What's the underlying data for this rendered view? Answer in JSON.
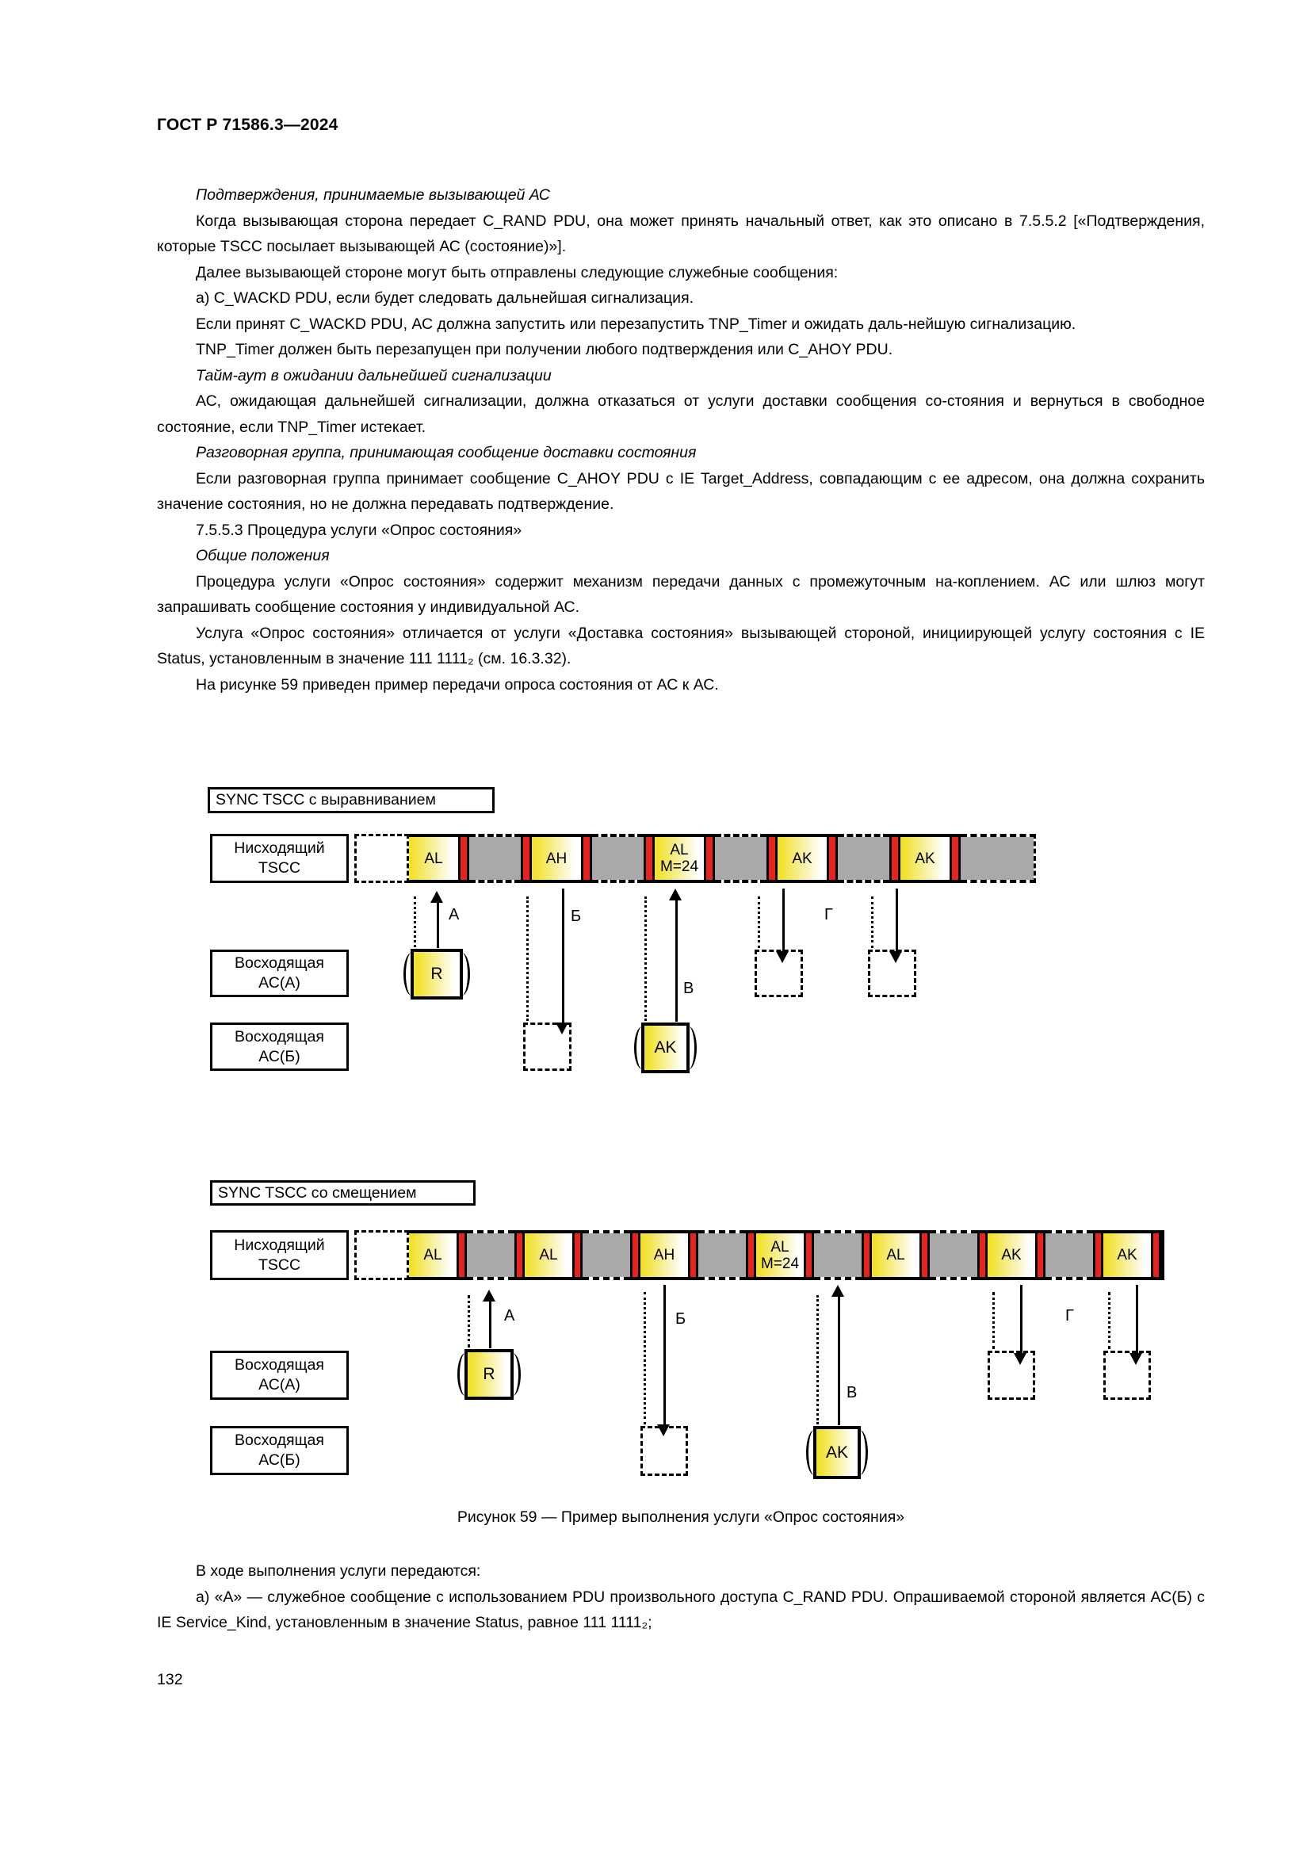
{
  "doc": {
    "header": "ГОСТ Р 71586.3—2024",
    "page_number": "132"
  },
  "paragraphs": [
    {
      "style": "italic",
      "text": "Подтверждения, принимаемые вызывающей АС"
    },
    {
      "style": "normal",
      "text": "Когда вызывающая сторона передает C_RAND PDU, она может принять начальный ответ, как это описано в 7.5.5.2 [«Подтверждения, которые TSCC посылает вызывающей АС (состояние)»]."
    },
    {
      "style": "normal",
      "text": "Далее вызывающей стороне могут быть отправлены следующие служебные сообщения:"
    },
    {
      "style": "normal",
      "text": "а)  C_WACKD PDU, если будет следовать дальнейшая сигнализация."
    },
    {
      "style": "normal",
      "text": "Если принят C_WACKD PDU, АС должна запустить или перезапустить TNP_Timer и ожидать даль-нейшую сигнализацию."
    },
    {
      "style": "normal",
      "text": "TNP_Timer должен быть перезапущен при получении любого подтверждения или C_AHOY PDU."
    },
    {
      "style": "italic",
      "text": "Тайм-аут в ожидании дальнейшей сигнализации"
    },
    {
      "style": "normal",
      "text": "АС, ожидающая дальнейшей сигнализации, должна отказаться от услуги доставки сообщения со-стояния и вернуться в свободное состояние, если TNP_Timer истекает."
    },
    {
      "style": "italic",
      "text": "Разговорная группа, принимающая сообщение доставки состояния"
    },
    {
      "style": "normal",
      "text": "Если разговорная группа принимает сообщение C_AHOY PDU с IE Target_Address, совпадающим с ее адресом, она должна сохранить значение состояния, но не должна передавать подтверждение."
    },
    {
      "style": "normal",
      "text": "7.5.5.3 Процедура услуги «Опрос состояния»"
    },
    {
      "style": "italic",
      "text": "Общие положения"
    },
    {
      "style": "normal",
      "text": "Процедура услуги «Опрос состояния» содержит механизм передачи данных с промежуточным на-коплением. АС или шлюз могут запрашивать сообщение состояния у индивидуальной АС."
    },
    {
      "style": "normal",
      "text": "Услуга «Опрос состояния» отличается от услуги «Доставка состояния» вызывающей стороной, инициирующей услугу состояния с IE Status, установленным в значение 111 1111₂ (см. 16.3.32)."
    },
    {
      "style": "normal",
      "text": "На рисунке 59 приведен пример передачи опроса состояния от АС к АС."
    }
  ],
  "figure": {
    "caption": "Рисунок 59 — Пример выполнения услуги «Опрос состояния»",
    "colors": {
      "slot_yellow": "#f2e230",
      "slot_red": "#e8231d",
      "slot_gray": "#a9a9a9"
    },
    "diagrams": [
      {
        "title": "SYNC TSCC с выравниванием",
        "downlink_label": [
          "Нисходящий",
          "TSCC"
        ],
        "uplink_a_label": [
          "Восходящая",
          "АС(А)"
        ],
        "uplink_b_label": [
          "Восходящая",
          "АС(Б)"
        ],
        "slots": [
          [
            "AL"
          ],
          [
            "AH"
          ],
          [
            "AL",
            "M=24"
          ],
          [
            "AK"
          ],
          [
            "AK"
          ]
        ],
        "tx_r_label": "R",
        "tx_ak_label": "AK",
        "arrow_labels": [
          "А",
          "Б",
          "В",
          "Г"
        ]
      },
      {
        "title": "SYNC TSCC со смещением",
        "downlink_label": [
          "Нисходящий",
          "TSCC"
        ],
        "uplink_a_label": [
          "Восходящая",
          "АС(А)"
        ],
        "uplink_b_label": [
          "Восходящая",
          "АС(Б)"
        ],
        "slots": [
          [
            "AL"
          ],
          [
            "AL"
          ],
          [
            "AH"
          ],
          [
            "AL",
            "M=24"
          ],
          [
            "AL"
          ],
          [
            "AK"
          ],
          [
            "AK"
          ]
        ],
        "tx_r_label": "R",
        "tx_ak_label": "AK",
        "arrow_labels": [
          "А",
          "Б",
          "В",
          "Г"
        ]
      }
    ]
  },
  "footer": {
    "paragraphs": [
      "В ходе выполнения услуги передаются:",
      "а) «А» — служебное сообщение с использованием PDU произвольного доступа C_RAND PDU. Опрашиваемой стороной является АС(Б) с IE Service_Kind, установленным в значение Status, равное 111 1111₂;"
    ]
  }
}
